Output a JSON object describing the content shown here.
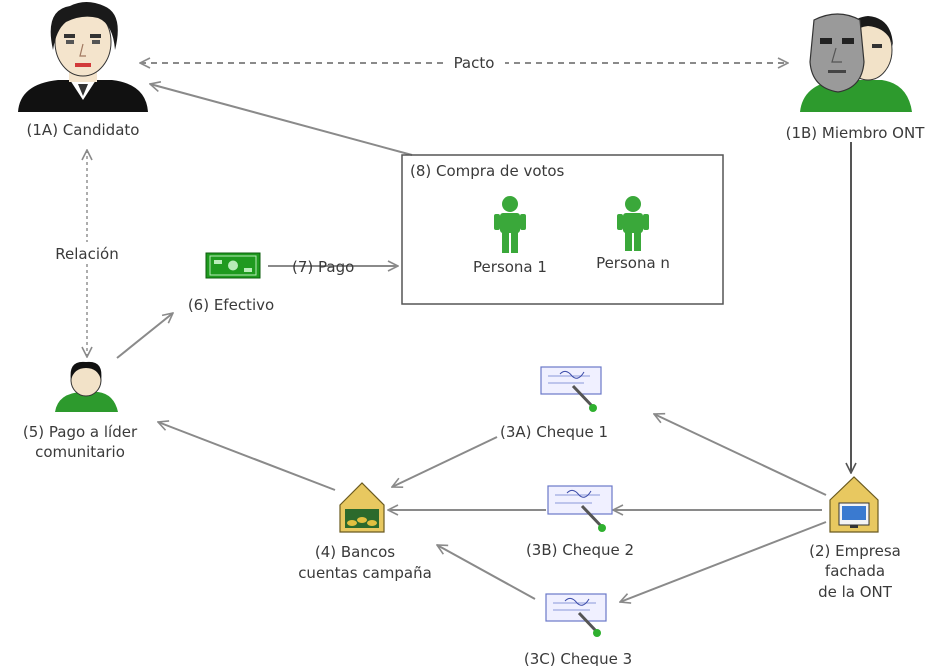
{
  "labels": {
    "pact": "Pacto",
    "relation": "Relación",
    "candidate": "(1A) Candidato",
    "ont_member": "(1B) Miembro ONT",
    "vote_buying": "(8) Compra de votos",
    "person_1": "Persona 1",
    "person_n": "Persona n",
    "payment": "(7) Pago",
    "cash": "(6) Efectivo",
    "leader_line1": "(5) Pago a líder",
    "leader_line2": "comunitario",
    "check_1": "(3A) Cheque 1",
    "check_2": "(3B) Cheque 2",
    "check_3": "(3C) Cheque 3",
    "banks_line1": "(4) Bancos",
    "banks_line2": "cuentas campaña",
    "front_line1": "(2) Empresa",
    "front_line2": "fachada",
    "front_line3": "de la ONT"
  },
  "colors": {
    "person_green": "#3aa83a",
    "cash_green": "#1f9a1f",
    "arrow_gray": "#8a8a8a",
    "box_border": "#555555",
    "house_yellow": "#e8c860"
  },
  "icons": [
    "candidate-portrait-icon",
    "masked-member-icon",
    "person-icon",
    "cash-icon",
    "leader-icon",
    "check-icon",
    "bank-house-icon",
    "company-house-icon"
  ]
}
